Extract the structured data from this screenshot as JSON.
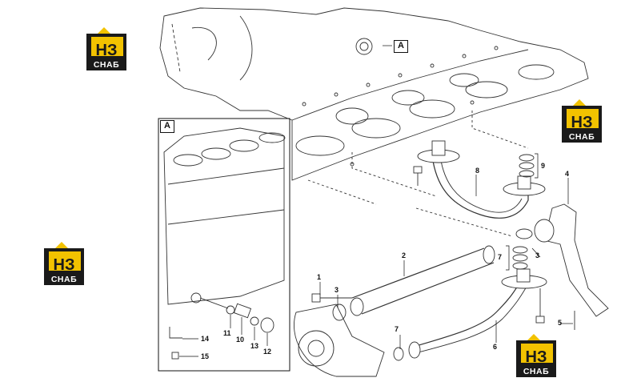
{
  "logo": {
    "hz": "НЗ",
    "caption": "СНАБ",
    "accent": "#f2c200"
  },
  "view_refs": {
    "main": "A",
    "inset": "A"
  },
  "callouts": {
    "c1": "1",
    "c2": "2",
    "c3a": "3",
    "c3b": "3",
    "c4": "4",
    "c5": "5",
    "c6": "6",
    "c7a": "7",
    "c7b": "7",
    "c8": "8",
    "c9": "9",
    "c10": "10",
    "c11": "11",
    "c12": "12",
    "c13": "13",
    "c14": "14",
    "c15": "15"
  }
}
